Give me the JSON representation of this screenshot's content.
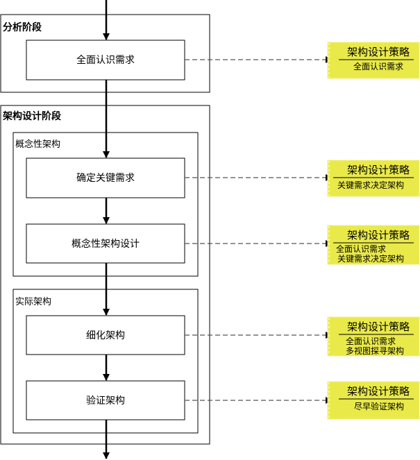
{
  "phases": {
    "analysis": {
      "title": "分析阶段"
    },
    "design": {
      "title": "架构设计阶段",
      "conceptual": {
        "title": "概念性架构"
      },
      "actual": {
        "title": "实际架构"
      }
    }
  },
  "steps": [
    {
      "label": "全面认识需求"
    },
    {
      "label": "确定关键需求"
    },
    {
      "label": "概念性架构设计"
    },
    {
      "label": "细化架构"
    },
    {
      "label": "验证架构"
    }
  ],
  "notes": [
    {
      "title": "架构设计策略",
      "lines": [
        "全面认识需求"
      ]
    },
    {
      "title": "架构设计策略",
      "lines": [
        "关键需求决定架构"
      ]
    },
    {
      "title": "架构设计策略",
      "lines": [
        "全面认识需求",
        "关键需求决定架构"
      ]
    },
    {
      "title": "架构设计策略",
      "lines": [
        "全面认识需求",
        "多视图探寻架构"
      ]
    },
    {
      "title": "架构设计策略",
      "lines": [
        "尽早验证架构"
      ]
    }
  ],
  "colors": {
    "note_fill": "#e9e94a",
    "note_edge": "#f3f080",
    "line": "#000000",
    "dash": "#555555"
  }
}
